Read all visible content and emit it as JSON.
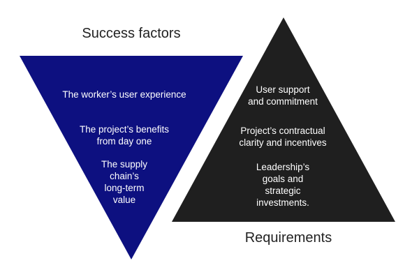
{
  "success_factors": {
    "heading": "Success factors",
    "color": "#0d1080",
    "items": [
      "The worker’s user experience",
      "The project’s benefits\nfrom day one",
      "The supply\nchain’s\nlong-term\nvalue"
    ]
  },
  "requirements": {
    "heading": "Requirements",
    "color": "#1f1f1f",
    "items": [
      "User support\nand commitment",
      "Project’s contractual\nclarity and incentives",
      "Leadership’s\ngoals and\nstrategic\ninvestments."
    ]
  }
}
